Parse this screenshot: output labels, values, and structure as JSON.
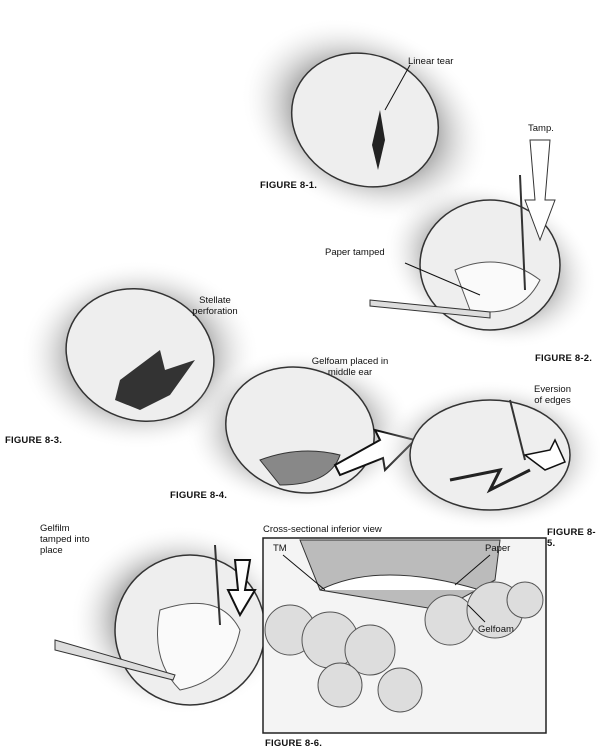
{
  "figures": [
    {
      "id": "8-1",
      "caption": "FIGURE 8-1.",
      "labels": [
        "Linear tear"
      ]
    },
    {
      "id": "8-2",
      "caption": "FIGURE 8-2.",
      "labels": [
        "Tamp.",
        "Paper tamped"
      ]
    },
    {
      "id": "8-3",
      "caption": "FIGURE 8-3.",
      "labels": [
        "Stellate perforation"
      ]
    },
    {
      "id": "8-4",
      "caption": "FIGURE 8-4.",
      "labels": [
        "Gelfoam placed in middle ear"
      ]
    },
    {
      "id": "8-5",
      "caption": "FIGURE 8-5.",
      "labels": [
        "Eversion of edges"
      ]
    },
    {
      "id": "8-6",
      "caption": "FIGURE 8-6.",
      "labels": [
        "Gelfilm tamped into place",
        "Cross-sectional inferior view",
        "TM",
        "Paper",
        "Gelfoam"
      ]
    }
  ]
}
